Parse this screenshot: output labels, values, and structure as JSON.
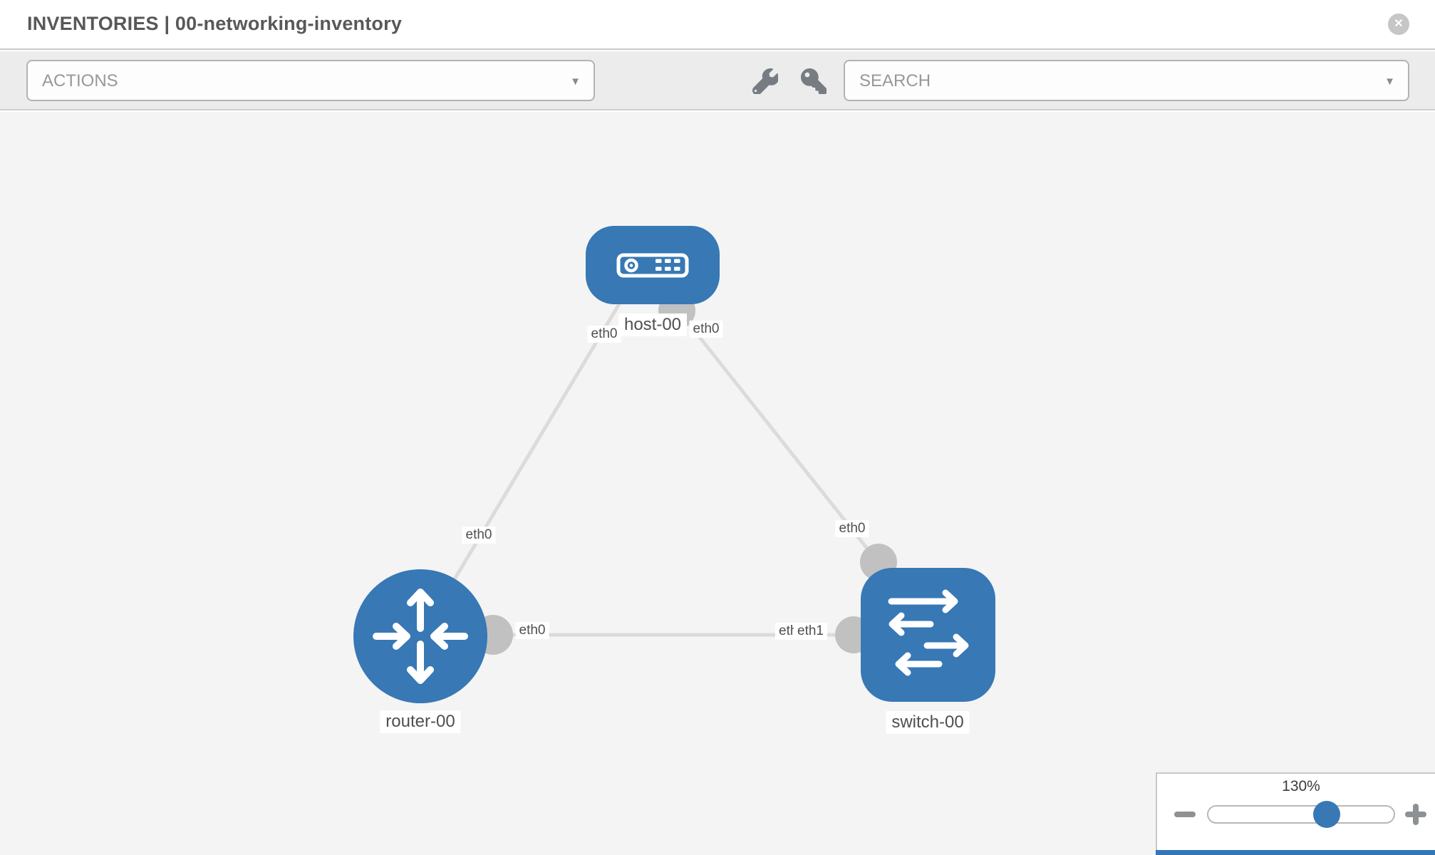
{
  "header": {
    "title": "INVENTORIES | 00-networking-inventory",
    "close_icon": "✕"
  },
  "toolbar": {
    "actions_dropdown": {
      "placeholder": "ACTIONS",
      "caret": "▼"
    },
    "search_dropdown": {
      "placeholder": "SEARCH",
      "caret": "▼"
    },
    "icons": {
      "left": "wrench-icon",
      "right": "key-icon"
    }
  },
  "topology": {
    "nodes": [
      {
        "id": "host-00",
        "type": "host",
        "label": "host-00"
      },
      {
        "id": "router-00",
        "type": "router",
        "label": "router-00"
      },
      {
        "id": "switch-00",
        "type": "switch",
        "label": "switch-00"
      }
    ],
    "links": [
      {
        "source": "host-00",
        "source_interface": "eth0",
        "target": "router-00",
        "target_interface": "eth0"
      },
      {
        "source": "host-00",
        "source_interface": "eth0",
        "target": "switch-00",
        "target_interface": "eth0"
      },
      {
        "source": "router-00",
        "source_interface": "eth0",
        "target": "switch-00",
        "target_interface": "eth1"
      }
    ]
  },
  "zoom_control": {
    "level": "130%",
    "icons": {
      "zoom_out": "minus",
      "zoom_in": "plus"
    }
  },
  "colors": {
    "node_fill": "#3778b5",
    "link": "#dbdbdb",
    "connector": "#c1c1c1",
    "toolbar_bg": "#ececec",
    "canvas_bg": "#f4f4f4",
    "accent": "#3377b6"
  }
}
